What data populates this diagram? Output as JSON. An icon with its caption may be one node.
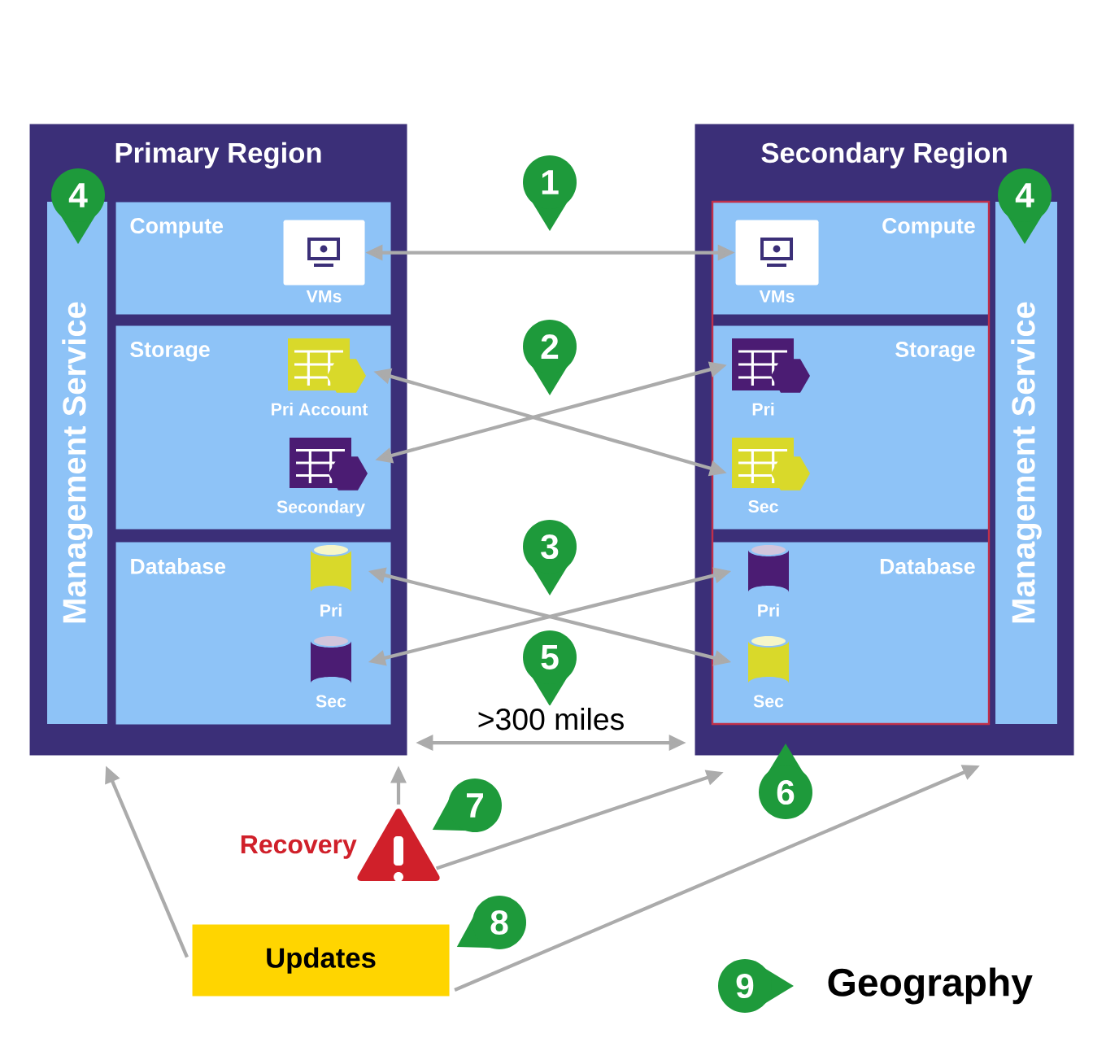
{
  "diagram": {
    "nodes": [
      {
        "text": [
          "Primary Region"
        ]
      },
      {
        "text": [
          "Management Service"
        ],
        "in": 0
      },
      {
        "text": [
          "Compute"
        ],
        "in": 0
      },
      {
        "text": [
          "VMs"
        ],
        "in": 2
      },
      {
        "text": [
          "Storage"
        ],
        "in": 0
      },
      {
        "text": [
          "Pri Account"
        ],
        "in": 4
      },
      {
        "text": [
          "Secondary"
        ],
        "in": 4
      },
      {
        "text": [
          "Database"
        ],
        "in": 0
      },
      {
        "text": [
          "Pri"
        ],
        "in": 7
      },
      {
        "text": [
          "Sec"
        ],
        "in": 7
      },
      {
        "text": [
          "Secondary Region"
        ]
      },
      {
        "text": [
          "Compute"
        ],
        "in": 10
      },
      {
        "text": [
          "VMs"
        ],
        "in": 11
      },
      {
        "text": [
          "Storage"
        ],
        "in": 10
      },
      {
        "text": [
          "Pri"
        ],
        "in": 13
      },
      {
        "text": [
          "Sec"
        ],
        "in": 13
      },
      {
        "text": [
          "Database"
        ],
        "in": 10
      },
      {
        "text": [
          "Pri"
        ],
        "in": 16
      },
      {
        "text": [
          "Sec"
        ],
        "in": 16
      },
      {
        "text": [
          "Management Service"
        ],
        "in": 10
      },
      {
        "text": [
          "Recovery"
        ]
      },
      {
        "text": [
          "Updates"
        ]
      },
      {
        "text": [
          "1"
        ]
      },
      {
        "text": [
          "2"
        ]
      },
      {
        "text": [
          "3"
        ]
      },
      {
        "text": [
          "4"
        ],
        "in": 0
      },
      {
        "text": [
          "4"
        ],
        "in": 10
      },
      {
        "text": [
          "5"
        ]
      },
      {
        "text": [
          "6"
        ]
      },
      {
        "text": [
          "7"
        ]
      },
      {
        "text": [
          "8"
        ]
      },
      {
        "text": [
          "9"
        ],
        "beside": [
          "Geography"
        ]
      }
    ],
    "edges": [
      {
        "from": 3,
        "to": 12,
        "arrow": "both"
      },
      {
        "from": 5,
        "to": 15,
        "arrow": "both"
      },
      {
        "from": 6,
        "to": 14,
        "arrow": "both"
      },
      {
        "from": 8,
        "to": 18,
        "arrow": "both"
      },
      {
        "from": 9,
        "to": 17,
        "arrow": "both"
      },
      {
        "from": 0,
        "to": 10,
        "arrow": "both",
        "label": ">300 miles"
      },
      {
        "from": 20,
        "to": 0,
        "arrow": "to"
      },
      {
        "from": 20,
        "to": 10,
        "arrow": "to"
      },
      {
        "from": 21,
        "to": 0,
        "arrow": "to"
      },
      {
        "from": 21,
        "to": 10,
        "arrow": "to"
      }
    ]
  }
}
